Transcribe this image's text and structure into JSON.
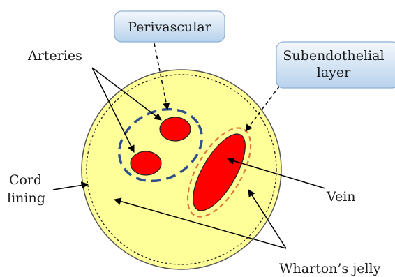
{
  "labels": {
    "perivascular": "Perivascular",
    "subendothelial_line1": "Subendothelial",
    "subendothelial_line2": "layer",
    "arteries": "Arteries",
    "cord_line1": "Cord",
    "cord_line2": "lining",
    "vein": "Vein",
    "whartons_jelly": "Wharton’s jelly"
  },
  "colors": {
    "cord_fill": "#FFFF99",
    "cord_stroke": "#555555",
    "vessel_fill": "#FF0000",
    "perivascular_ring": "#2F4F8F",
    "subendothelial_ring": "#E07A3C",
    "callout_top": "#F4F8FC",
    "callout_bottom": "#B8D2EC",
    "callout_stroke": "#8EB0D4"
  }
}
